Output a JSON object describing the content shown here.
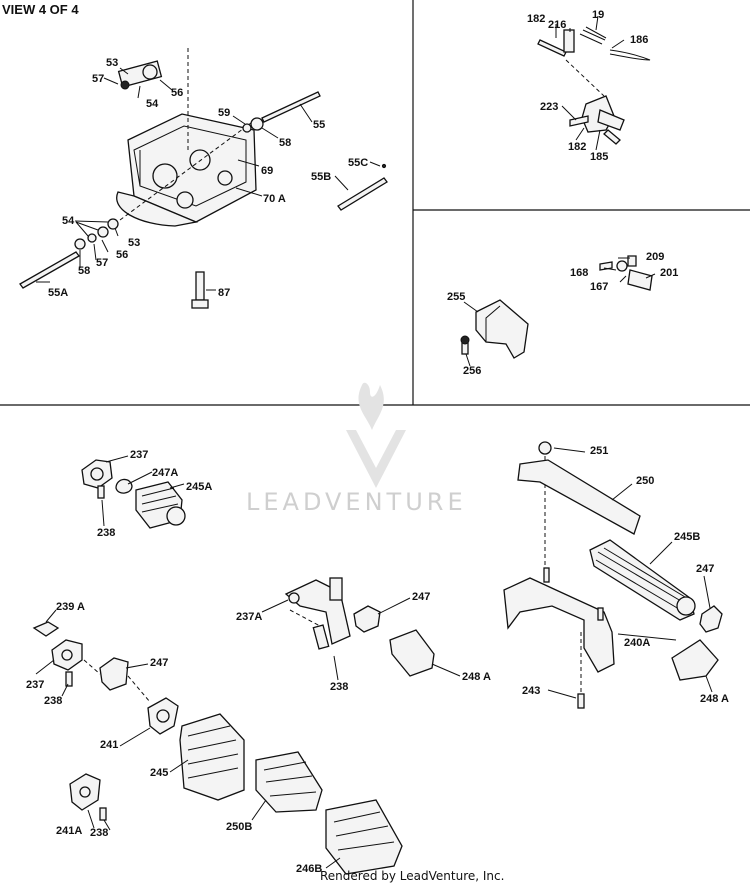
{
  "header": {
    "view_title": "VIEW 4 OF 4"
  },
  "watermark": {
    "brand": "LEADVENTURE"
  },
  "footer": {
    "credit": "Rendered by LeadVenture, Inc."
  },
  "callouts": {
    "c53a": "53",
    "c57a": "57",
    "c54a": "54",
    "c56a": "56",
    "c59": "59",
    "c58a": "58",
    "c55": "55",
    "c69": "69",
    "c70a": "70 A",
    "c55c": "55C",
    "c55b": "55B",
    "c54b": "54",
    "c53b": "53",
    "c56b": "56",
    "c57b": "57",
    "c58b": "58",
    "c55a": "55A",
    "c87": "87",
    "c182a": "182",
    "c216": "216",
    "c19": "19",
    "c186": "186",
    "c223": "223",
    "c182b": "182",
    "c185": "185",
    "c209": "209",
    "c168": "168",
    "c201": "201",
    "c167": "167",
    "c255": "255",
    "c256": "256",
    "c237a": "237",
    "c247a": "247A",
    "c245a": "245A",
    "c238a": "238",
    "c239a": "239 A",
    "c247b": "247",
    "c237b": "237",
    "c238b": "238",
    "c237c": "237A",
    "c247c": "247",
    "c238c": "238",
    "c248a": "248 A",
    "c241": "241",
    "c245": "245",
    "c241a": "241A",
    "c238d": "238",
    "c250b": "250B",
    "c246b": "246B",
    "c251": "251",
    "c250": "250",
    "c245b": "245B",
    "c247d": "247",
    "c240a": "240A",
    "c243": "243",
    "c248b": "248 A"
  }
}
